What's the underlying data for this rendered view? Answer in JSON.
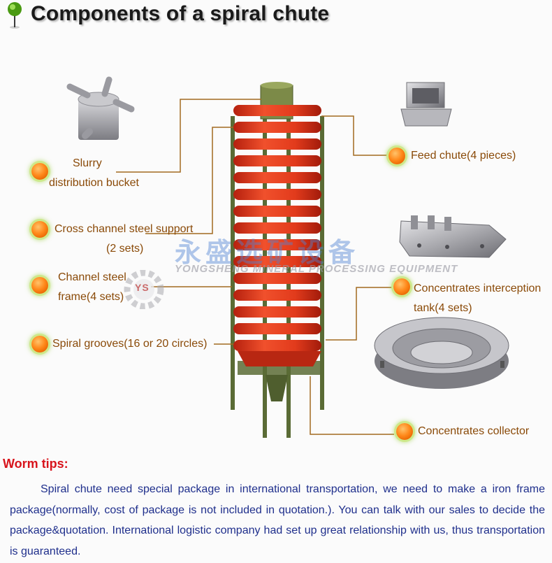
{
  "header": {
    "title": "Components of a spiral chute",
    "icon": "map-pin-icon"
  },
  "labels": {
    "slurry_line1": "Slurry",
    "slurry_line2": "distribution bucket",
    "cross_channel_line1": "Cross channel steel support",
    "cross_channel_line2": "(2 sets)",
    "channel_frame_line1": "Channel steel",
    "channel_frame_line2": "frame(4 sets)",
    "spiral_grooves": "Spiral grooves(16 or 20 circles)",
    "feed_chute": "Feed chute(4 pieces)",
    "interception_line1": "Concentrates interception",
    "interception_line2": "tank(4 sets)",
    "collector": "Concentrates collector"
  },
  "watermark": {
    "logo_text": "YS",
    "chinese": "永盛选矿设备",
    "english": "YONGSHENG MINERAL PROCESSING EQUIPMENT"
  },
  "tips": {
    "heading": "Worm tips:",
    "body": "Spiral chute need special package in international transportation, we need to make a iron frame package(normally, cost of package is not included in quotation.). You can talk with our sales to decide the package&quotation. International logistic company had set up great relationship with us, thus transportation is guaranteed."
  },
  "colors": {
    "label_text": "#8a4a08",
    "bullet": "#ff8a1c",
    "spiral_red": "#e8351f",
    "frame_green": "#5a6b35",
    "tips_heading": "#d8141c",
    "tips_body": "#1f2f8c"
  }
}
